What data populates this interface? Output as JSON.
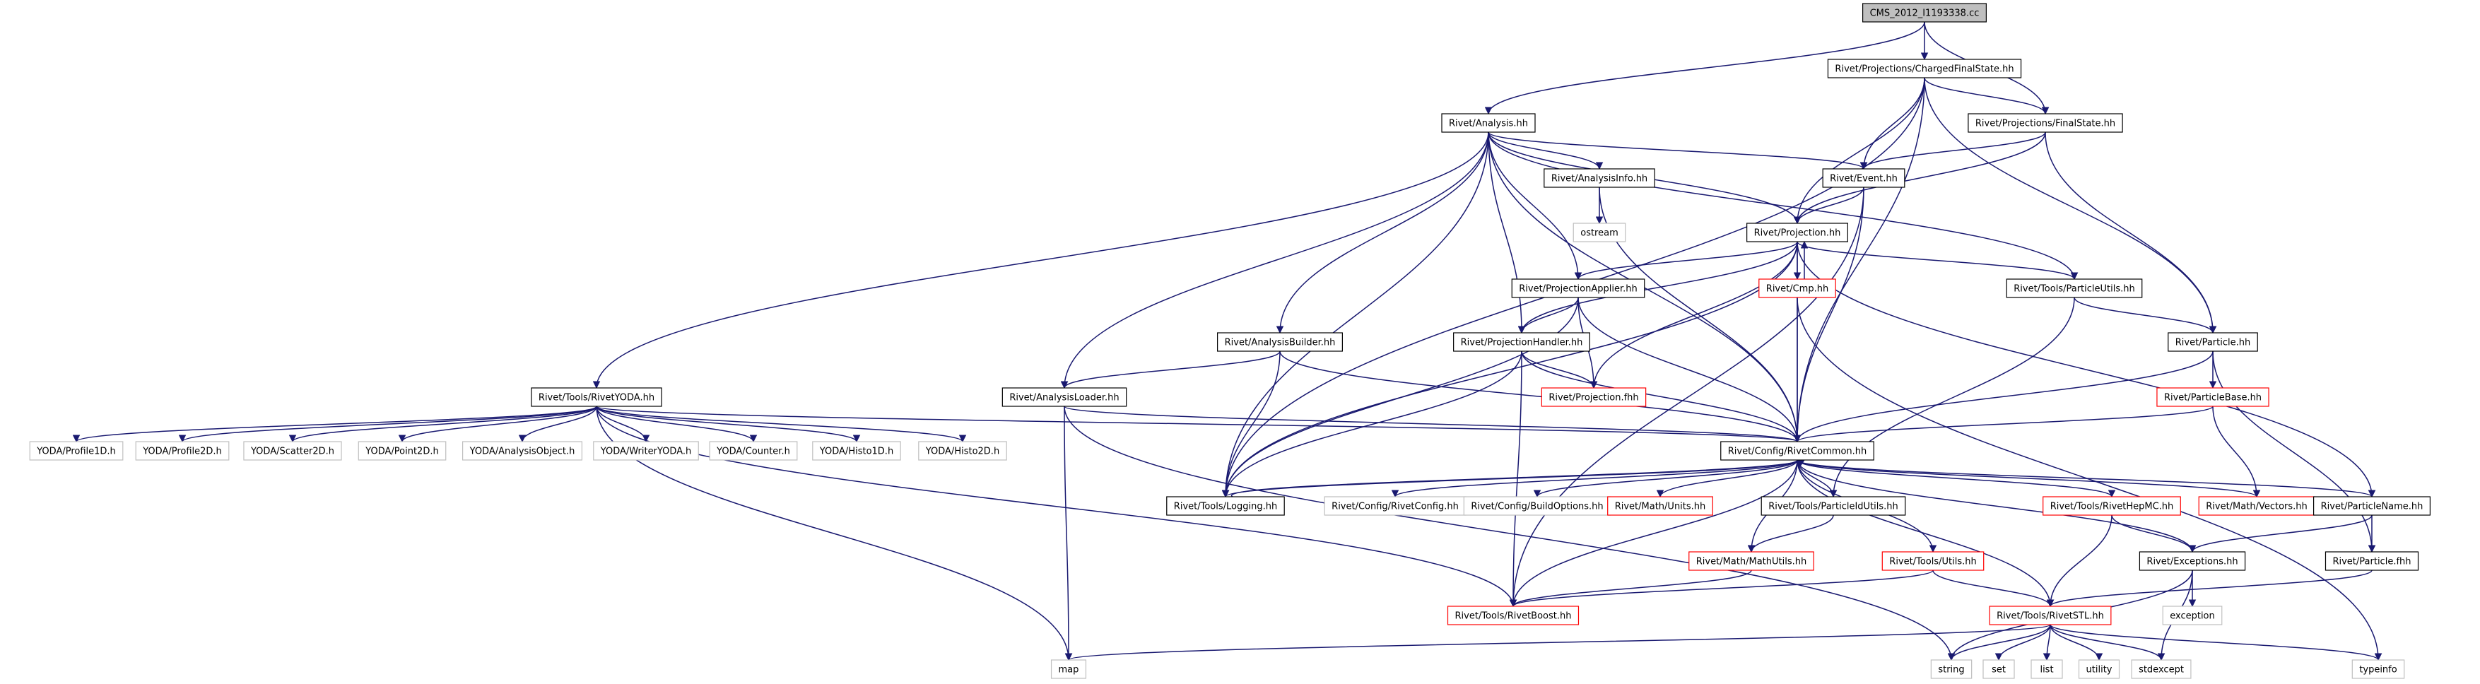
{
  "colors": {
    "edge": "#191970",
    "edge_red": "#8b1a1a",
    "box_black": "#000000",
    "box_red": "#ff0000",
    "box_grey": "#bfbfbf",
    "root_fill": "#bfbfbf",
    "text": "#000000"
  },
  "nodes": [
    {
      "id": "root",
      "label": "CMS_2012_I1193338.cc",
      "style": "root"
    },
    {
      "id": "cfs",
      "label": "Rivet/Projections/ChargedFinalState.hh",
      "style": "black"
    },
    {
      "id": "analysis",
      "label": "Rivet/Analysis.hh",
      "style": "black"
    },
    {
      "id": "fs",
      "label": "Rivet/Projections/FinalState.hh",
      "style": "black"
    },
    {
      "id": "ainfo",
      "label": "Rivet/AnalysisInfo.hh",
      "style": "black"
    },
    {
      "id": "event",
      "label": "Rivet/Event.hh",
      "style": "black"
    },
    {
      "id": "ostream",
      "label": "ostream",
      "style": "grey"
    },
    {
      "id": "proj",
      "label": "Rivet/Projection.hh",
      "style": "black"
    },
    {
      "id": "papplier",
      "label": "Rivet/ProjectionApplier.hh",
      "style": "black"
    },
    {
      "id": "cmp",
      "label": "Rivet/Cmp.hh",
      "style": "red"
    },
    {
      "id": "putils",
      "label": "Rivet/Tools/ParticleUtils.hh",
      "style": "black"
    },
    {
      "id": "abuilder",
      "label": "Rivet/AnalysisBuilder.hh",
      "style": "black"
    },
    {
      "id": "phandler",
      "label": "Rivet/ProjectionHandler.hh",
      "style": "black"
    },
    {
      "id": "particle",
      "label": "Rivet/Particle.hh",
      "style": "black"
    },
    {
      "id": "rivetyoda",
      "label": "Rivet/Tools/RivetYODA.hh",
      "style": "black"
    },
    {
      "id": "aloader",
      "label": "Rivet/AnalysisLoader.hh",
      "style": "black"
    },
    {
      "id": "projfhh",
      "label": "Rivet/Projection.fhh",
      "style": "red"
    },
    {
      "id": "pbase",
      "label": "Rivet/ParticleBase.hh",
      "style": "red"
    },
    {
      "id": "profile1d",
      "label": "YODA/Profile1D.h",
      "style": "grey"
    },
    {
      "id": "profile2d",
      "label": "YODA/Profile2D.h",
      "style": "grey"
    },
    {
      "id": "scatter2d",
      "label": "YODA/Scatter2D.h",
      "style": "grey"
    },
    {
      "id": "point2d",
      "label": "YODA/Point2D.h",
      "style": "grey"
    },
    {
      "id": "aobject",
      "label": "YODA/AnalysisObject.h",
      "style": "grey"
    },
    {
      "id": "writeryoda",
      "label": "YODA/WriterYODA.h",
      "style": "grey"
    },
    {
      "id": "counter",
      "label": "YODA/Counter.h",
      "style": "grey"
    },
    {
      "id": "histo1d",
      "label": "YODA/Histo1D.h",
      "style": "grey"
    },
    {
      "id": "histo2d",
      "label": "YODA/Histo2D.h",
      "style": "grey"
    },
    {
      "id": "common",
      "label": "Rivet/Config/RivetCommon.hh",
      "style": "black"
    },
    {
      "id": "logging",
      "label": "Rivet/Tools/Logging.hh",
      "style": "black"
    },
    {
      "id": "rconfig",
      "label": "Rivet/Config/RivetConfig.hh",
      "style": "grey"
    },
    {
      "id": "bopts",
      "label": "Rivet/Config/BuildOptions.hh",
      "style": "grey"
    },
    {
      "id": "units",
      "label": "Rivet/Math/Units.hh",
      "style": "red"
    },
    {
      "id": "pidutils",
      "label": "Rivet/Tools/ParticleIdUtils.hh",
      "style": "black"
    },
    {
      "id": "hepmc",
      "label": "Rivet/Tools/RivetHepMC.hh",
      "style": "red"
    },
    {
      "id": "vectors",
      "label": "Rivet/Math/Vectors.hh",
      "style": "red"
    },
    {
      "id": "pname",
      "label": "Rivet/ParticleName.hh",
      "style": "black"
    },
    {
      "id": "mathutils",
      "label": "Rivet/Math/MathUtils.hh",
      "style": "red"
    },
    {
      "id": "tutils",
      "label": "Rivet/Tools/Utils.hh",
      "style": "red"
    },
    {
      "id": "exceptions",
      "label": "Rivet/Exceptions.hh",
      "style": "black"
    },
    {
      "id": "particlefhh",
      "label": "Rivet/Particle.fhh",
      "style": "black"
    },
    {
      "id": "rboost",
      "label": "Rivet/Tools/RivetBoost.hh",
      "style": "red"
    },
    {
      "id": "rstl",
      "label": "Rivet/Tools/RivetSTL.hh",
      "style": "red"
    },
    {
      "id": "exception",
      "label": "exception",
      "style": "grey"
    },
    {
      "id": "map",
      "label": "map",
      "style": "grey"
    },
    {
      "id": "string",
      "label": "string",
      "style": "grey"
    },
    {
      "id": "set",
      "label": "set",
      "style": "grey"
    },
    {
      "id": "list",
      "label": "list",
      "style": "grey"
    },
    {
      "id": "utility",
      "label": "utility",
      "style": "grey"
    },
    {
      "id": "stdexcept",
      "label": "stdexcept",
      "style": "grey"
    },
    {
      "id": "typeinfo",
      "label": "typeinfo",
      "style": "grey"
    }
  ],
  "edges": [
    [
      "root",
      "cfs"
    ],
    [
      "root",
      "analysis"
    ],
    [
      "root",
      "fs"
    ],
    [
      "cfs",
      "fs"
    ],
    [
      "cfs",
      "event"
    ],
    [
      "cfs",
      "proj"
    ],
    [
      "cfs",
      "particle"
    ],
    [
      "cfs",
      "common"
    ],
    [
      "cfs",
      "logging"
    ],
    [
      "fs",
      "event"
    ],
    [
      "fs",
      "proj"
    ],
    [
      "fs",
      "particle"
    ],
    [
      "analysis",
      "ainfo"
    ],
    [
      "analysis",
      "event"
    ],
    [
      "analysis",
      "proj"
    ],
    [
      "analysis",
      "papplier"
    ],
    [
      "analysis",
      "abuilder"
    ],
    [
      "analysis",
      "aloader"
    ],
    [
      "analysis",
      "rivetyoda"
    ],
    [
      "analysis",
      "phandler"
    ],
    [
      "analysis",
      "putils"
    ],
    [
      "analysis",
      "common"
    ],
    [
      "analysis",
      "logging"
    ],
    [
      "ainfo",
      "ostream"
    ],
    [
      "ainfo",
      "common"
    ],
    [
      "event",
      "proj"
    ],
    [
      "event",
      "common"
    ],
    [
      "event",
      "rboost"
    ],
    [
      "proj",
      "papplier"
    ],
    [
      "proj",
      "cmp"
    ],
    [
      "proj",
      "putils"
    ],
    [
      "proj",
      "phandler"
    ],
    [
      "proj",
      "projfhh"
    ],
    [
      "proj",
      "common"
    ],
    [
      "proj",
      "logging"
    ],
    [
      "proj",
      "pname"
    ],
    [
      "cmp",
      "proj"
    ],
    [
      "cmp",
      "common"
    ],
    [
      "cmp",
      "typeinfo"
    ],
    [
      "papplier",
      "phandler"
    ],
    [
      "papplier",
      "projfhh"
    ],
    [
      "papplier",
      "common"
    ],
    [
      "papplier",
      "logging"
    ],
    [
      "putils",
      "particle"
    ],
    [
      "putils",
      "pidutils"
    ],
    [
      "abuilder",
      "aloader"
    ],
    [
      "abuilder",
      "common"
    ],
    [
      "abuilder",
      "logging"
    ],
    [
      "phandler",
      "projfhh"
    ],
    [
      "phandler",
      "common"
    ],
    [
      "phandler",
      "logging"
    ],
    [
      "phandler",
      "rboost"
    ],
    [
      "particle",
      "pbase"
    ],
    [
      "particle",
      "common"
    ],
    [
      "particle",
      "particlefhh"
    ],
    [
      "pbase",
      "common"
    ],
    [
      "pbase",
      "vectors"
    ],
    [
      "aloader",
      "common"
    ],
    [
      "aloader",
      "map"
    ],
    [
      "aloader",
      "string"
    ],
    [
      "rivetyoda",
      "profile1d"
    ],
    [
      "rivetyoda",
      "profile2d"
    ],
    [
      "rivetyoda",
      "scatter2d"
    ],
    [
      "rivetyoda",
      "point2d"
    ],
    [
      "rivetyoda",
      "aobject"
    ],
    [
      "rivetyoda",
      "writeryoda"
    ],
    [
      "rivetyoda",
      "counter"
    ],
    [
      "rivetyoda",
      "histo1d"
    ],
    [
      "rivetyoda",
      "histo2d"
    ],
    [
      "rivetyoda",
      "common"
    ],
    [
      "rivetyoda",
      "rboost"
    ],
    [
      "rivetyoda",
      "map"
    ],
    [
      "common",
      "logging"
    ],
    [
      "common",
      "rconfig"
    ],
    [
      "common",
      "bopts"
    ],
    [
      "common",
      "units"
    ],
    [
      "common",
      "pidutils"
    ],
    [
      "common",
      "hepmc"
    ],
    [
      "common",
      "vectors"
    ],
    [
      "common",
      "pname"
    ],
    [
      "common",
      "mathutils"
    ],
    [
      "common",
      "tutils"
    ],
    [
      "common",
      "exceptions"
    ],
    [
      "common",
      "rboost"
    ],
    [
      "common",
      "rstl"
    ],
    [
      "logging",
      "common"
    ],
    [
      "pidutils",
      "mathutils"
    ],
    [
      "hepmc",
      "rstl"
    ],
    [
      "hepmc",
      "exceptions"
    ],
    [
      "pname",
      "exceptions"
    ],
    [
      "pname",
      "particlefhh"
    ],
    [
      "mathutils",
      "rboost"
    ],
    [
      "tutils",
      "rboost"
    ],
    [
      "tutils",
      "rstl"
    ],
    [
      "exceptions",
      "exception"
    ],
    [
      "exceptions",
      "stdexcept"
    ],
    [
      "exceptions",
      "string"
    ],
    [
      "particlefhh",
      "rstl"
    ],
    [
      "rstl",
      "map"
    ],
    [
      "rstl",
      "string"
    ],
    [
      "rstl",
      "set"
    ],
    [
      "rstl",
      "list"
    ],
    [
      "rstl",
      "utility"
    ],
    [
      "rstl",
      "stdexcept"
    ],
    [
      "rstl",
      "typeinfo"
    ]
  ]
}
